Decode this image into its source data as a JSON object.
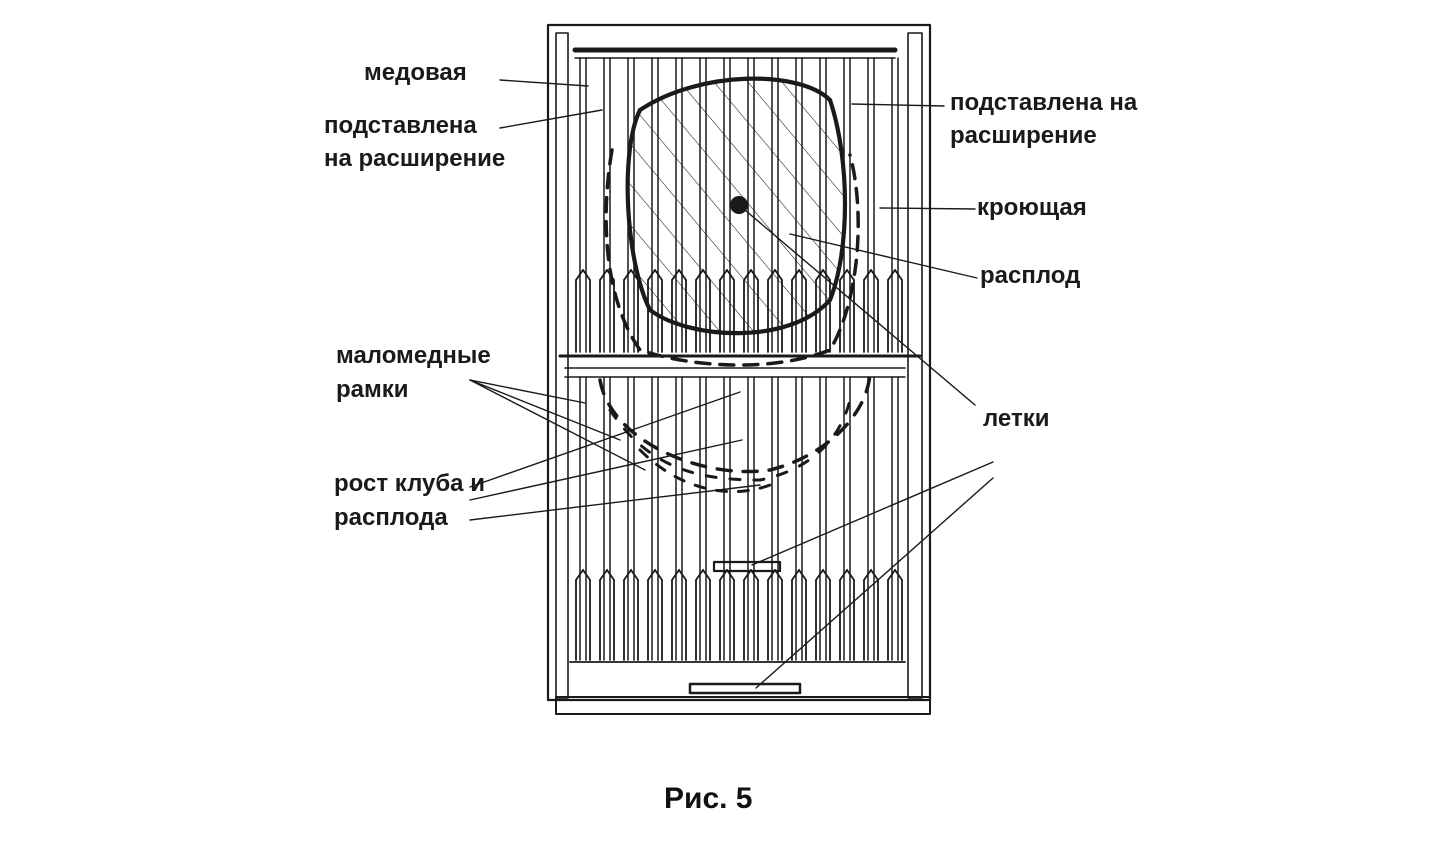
{
  "labels": {
    "honey": "медовая",
    "expansion_left_1": "подставлена",
    "expansion_left_2": "на расширение",
    "expansion_right_1": "подставлена на",
    "expansion_right_2": "расширение",
    "covering": "кроющая",
    "brood": "расплод",
    "low_honey_1": "маломедные",
    "low_honey_2": "рамки",
    "entrances": "летки",
    "growth_1": "рост клуба и",
    "growth_2": "расплода"
  },
  "caption": "Рис. 5",
  "colors": {
    "ink": "#1a1a1a",
    "paper": "#ffffff"
  }
}
